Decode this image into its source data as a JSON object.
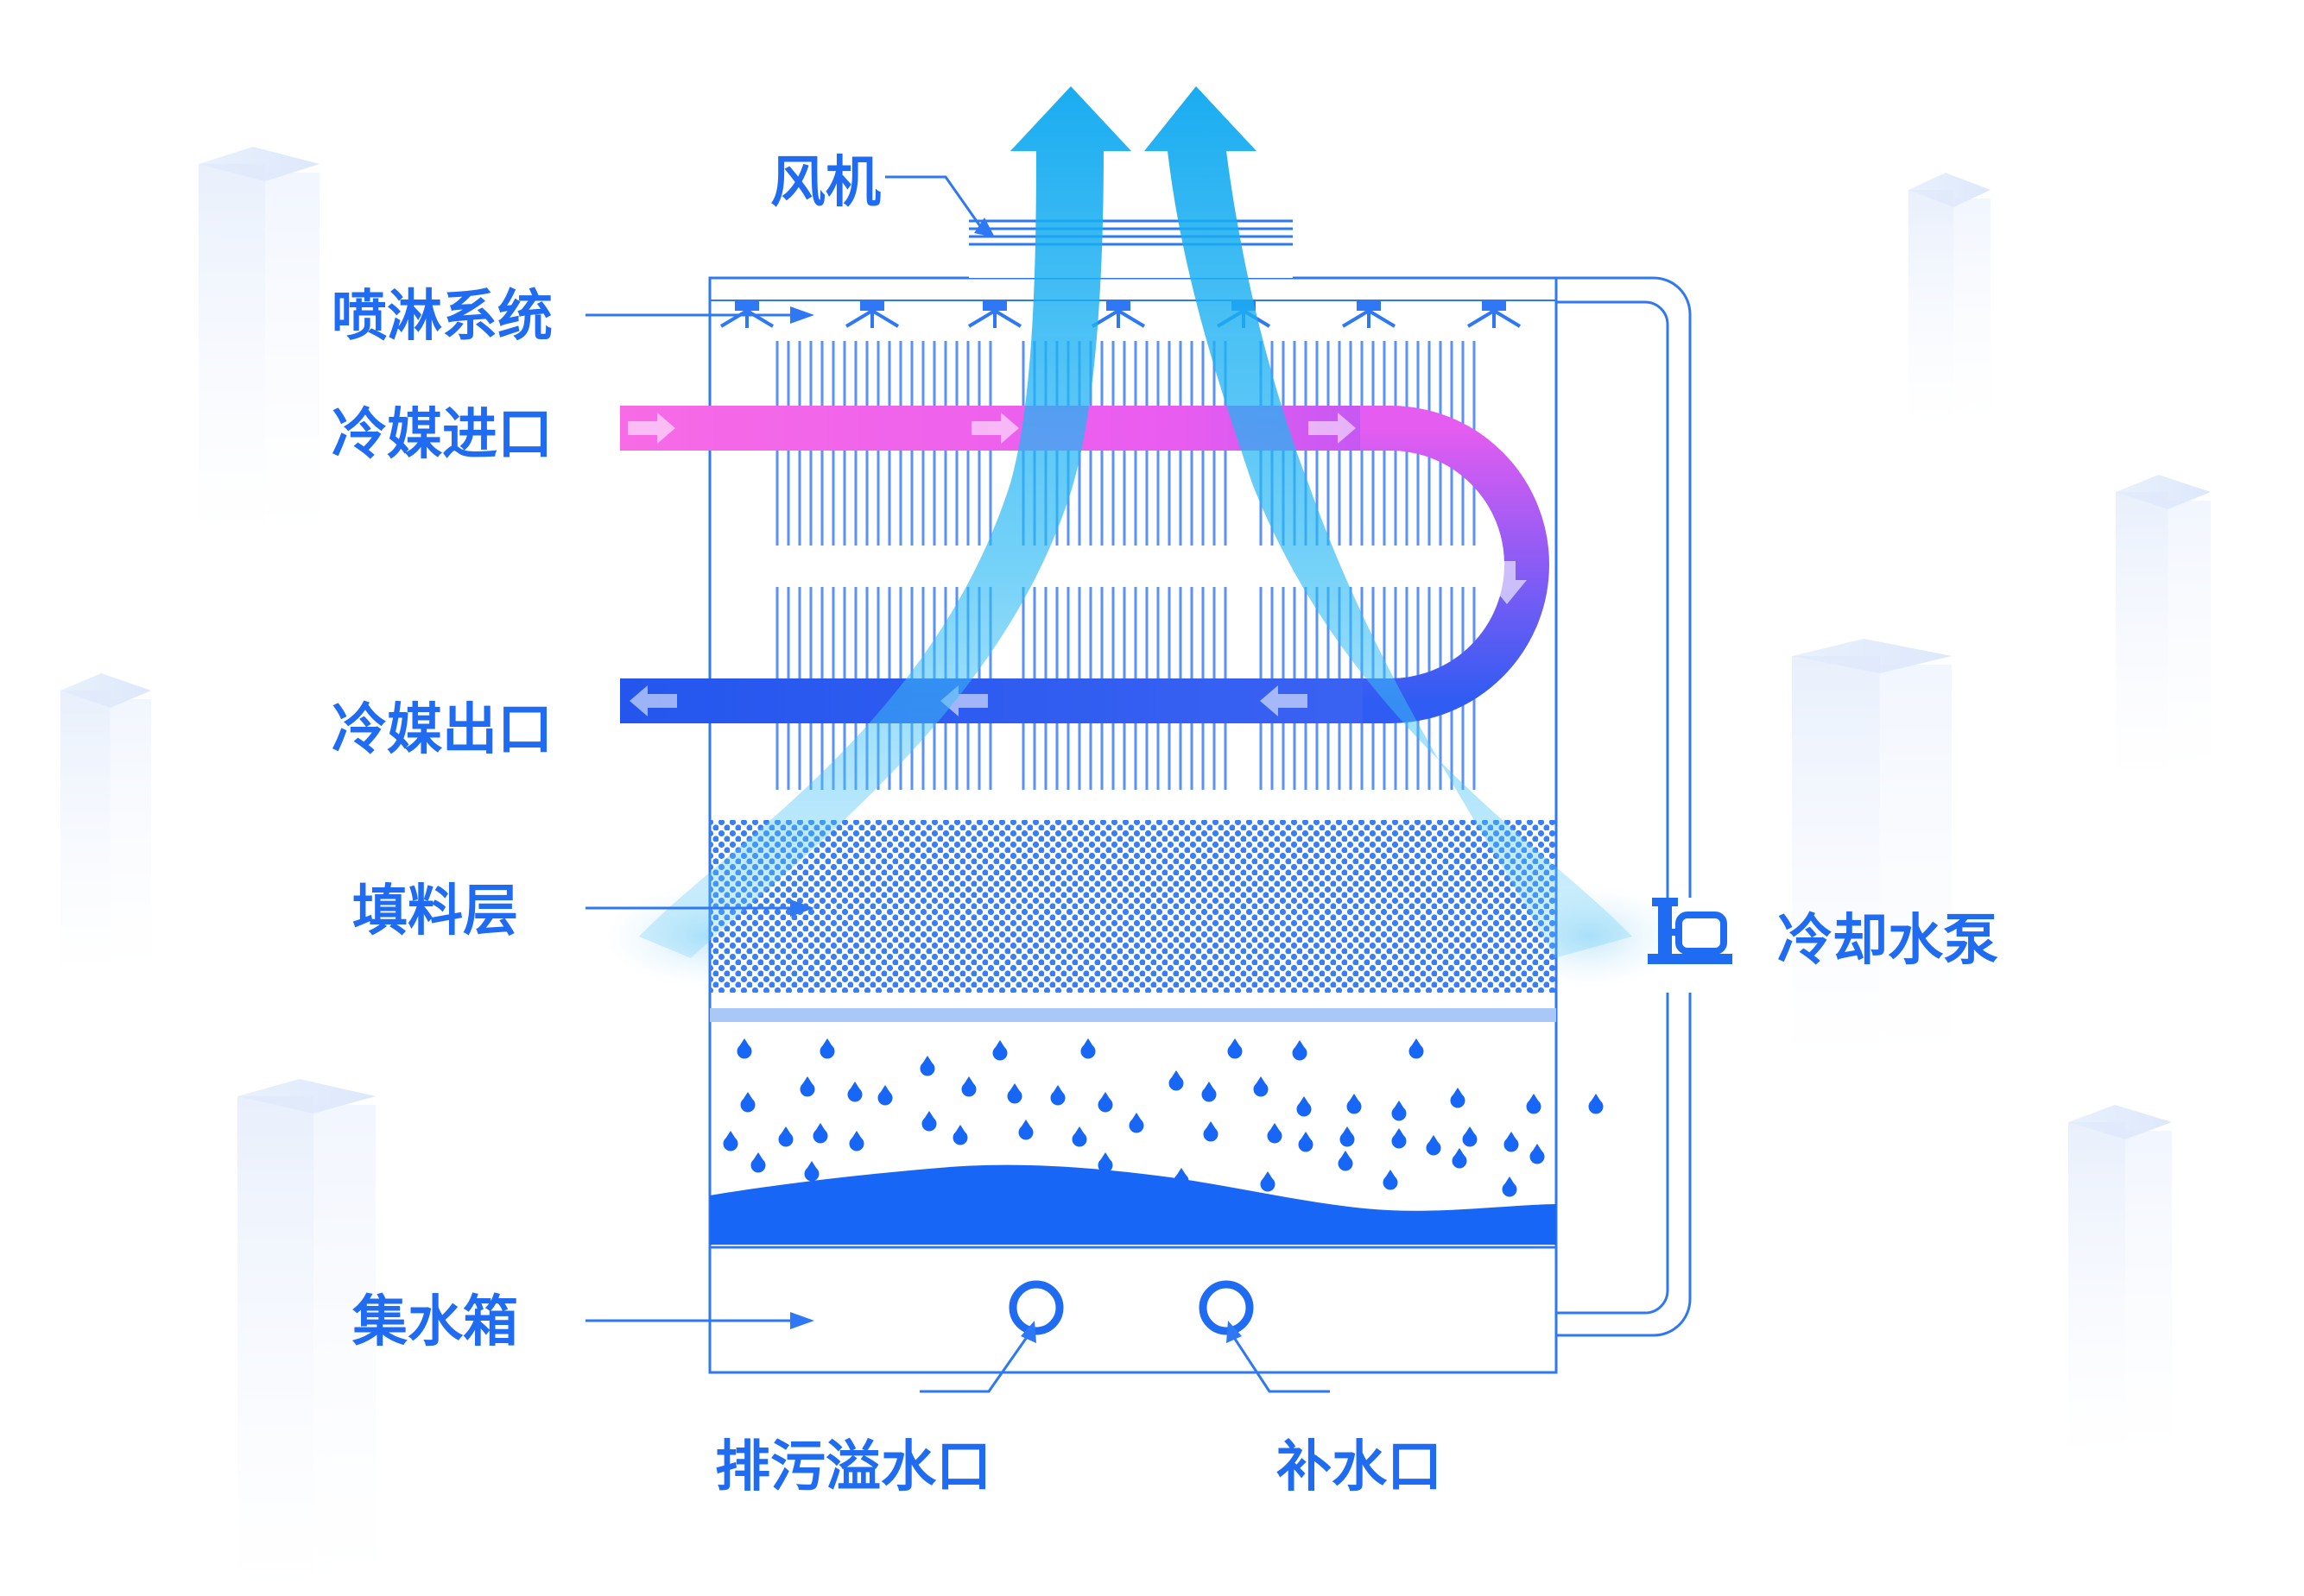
{
  "colors": {
    "accent": "#1f6cf2",
    "line": "#2f78f5",
    "hot_pipe": "#f25ce8",
    "cold_pipe": "#2a57f0",
    "airflow": "#18b8f2",
    "water": "#1766f6",
    "fill_dot": "#3a7ef6"
  },
  "labels": {
    "fan": "风机",
    "spray_system": "喷淋系统",
    "refrigerant_inlet": "冷媒进口",
    "refrigerant_outlet": "冷媒出口",
    "fill_layer": "填料层",
    "cooling_water_pump": "冷却水泵",
    "water_tank": "集水箱",
    "drain_overflow": "排污溢水口",
    "makeup_water": "补水口"
  },
  "icons": [
    "arrow-up-icon",
    "spray-nozzle-icon",
    "pump-icon",
    "valve-port-icon"
  ]
}
